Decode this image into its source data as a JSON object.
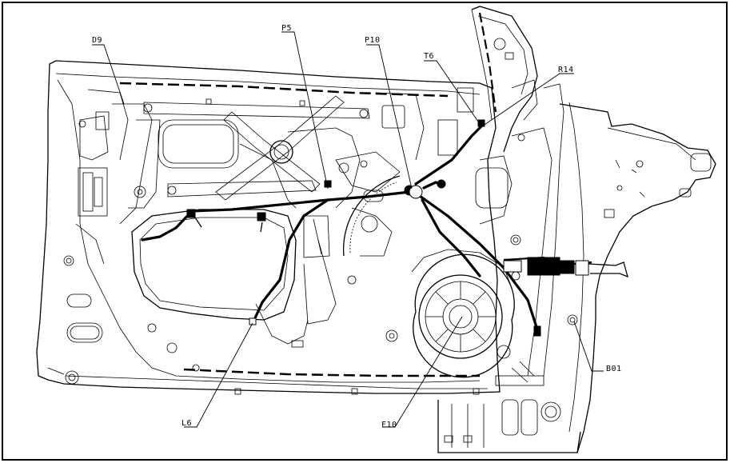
{
  "labels": {
    "d9": "D9",
    "p5": "P5",
    "p10_top": "P10",
    "t6": "T6",
    "r14": "R14",
    "b01": "B01",
    "l6": "L6",
    "f10": "F10"
  }
}
